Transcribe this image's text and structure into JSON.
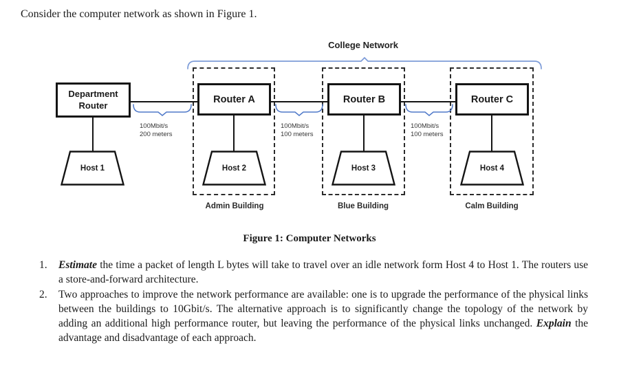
{
  "intro_text": "Consider the computer network as shown in Figure 1.",
  "diagram": {
    "title": "College Network",
    "brace_color_title": "#7d9cd8",
    "brace_color_links": "#4f79c9",
    "department_router": {
      "label": "Department Router"
    },
    "routers": [
      {
        "label": "Router A"
      },
      {
        "label": "Router B"
      },
      {
        "label": "Router C"
      }
    ],
    "hosts": [
      {
        "label": "Host 1"
      },
      {
        "label": "Host 2"
      },
      {
        "label": "Host 3"
      },
      {
        "label": "Host 4"
      }
    ],
    "links": [
      {
        "speed": "100Mbit/s",
        "distance": "200 meters"
      },
      {
        "speed": "100Mbit/s",
        "distance": "100 meters"
      },
      {
        "speed": "100Mbit/s",
        "distance": "100 meters"
      }
    ],
    "buildings": [
      {
        "label": "Admin Building"
      },
      {
        "label": "Blue Building"
      },
      {
        "label": "Calm Building"
      }
    ]
  },
  "caption": "Figure 1: Computer Networks",
  "questions": [
    {
      "number": "1.",
      "segments": [
        {
          "text": "Estimate",
          "bold_italic": true
        },
        {
          "text": " the time a packet of length L bytes will take to travel over an idle network form Host 4 to Host 1. The routers use a store-and-forward architecture.",
          "bold_italic": false
        }
      ]
    },
    {
      "number": "2.",
      "segments": [
        {
          "text": "Two approaches to improve the network performance are available: one is to upgrade the performance of the physical links between the buildings to 10Gbit/s. The alternative approach is to significantly change the topology of the network by adding an additional high performance router, but leaving the performance of the physical links unchanged. ",
          "bold_italic": false
        },
        {
          "text": "Explain",
          "bold_italic": true
        },
        {
          "text": " the advantage and disadvantage of each approach.",
          "bold_italic": false
        }
      ]
    }
  ]
}
